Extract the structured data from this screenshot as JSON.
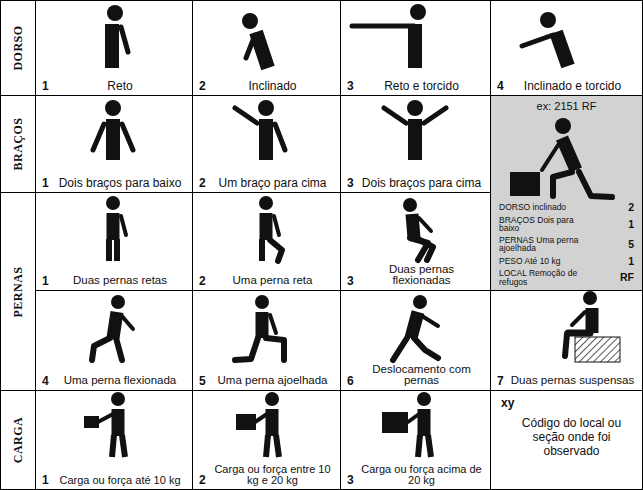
{
  "diagram": {
    "nodes": [
      {
        "text": [
          "DORSO"
        ]
      },
      {
        "text": [
          "1",
          "Reto"
        ]
      },
      {
        "text": [
          "2",
          "Inclinado"
        ]
      },
      {
        "text": [
          "3",
          "Reto e torcido"
        ]
      },
      {
        "text": [
          "4",
          "Inclinado e torcido"
        ]
      },
      {
        "text": [
          "BRAÇOS"
        ]
      },
      {
        "text": [
          "1",
          "Dois braços para baixo"
        ]
      },
      {
        "text": [
          "2",
          "Um braço para cima"
        ]
      },
      {
        "text": [
          "3",
          "Dois braços para cima"
        ]
      },
      {
        "text": [
          "ex: 2151 RF",
          "DORSO inclinado",
          "2",
          "BRAÇOS Dois para baixo",
          "1",
          "PERNAS Uma perna ajoelhada",
          "5",
          "PESO Até 10 kg",
          "1",
          "LOCAL Remoção de refugos",
          "RF"
        ]
      },
      {
        "text": [
          "PERNAS"
        ]
      },
      {
        "text": [
          "1",
          "Duas pernas retas"
        ]
      },
      {
        "text": [
          "2",
          "Uma perna reta"
        ]
      },
      {
        "text": [
          "3",
          "Duas pernas flexionadas"
        ]
      },
      {
        "text": [
          "4",
          "Uma perna flexionada"
        ]
      },
      {
        "text": [
          "5",
          "Uma perna ajoelhada"
        ]
      },
      {
        "text": [
          "6",
          "Deslocamento com pernas"
        ]
      },
      {
        "text": [
          "7",
          "Duas pernas suspensas"
        ]
      },
      {
        "text": [
          "CARGA"
        ]
      },
      {
        "text": [
          "1",
          "Carga ou força até 10 kg"
        ]
      },
      {
        "text": [
          "2",
          "Carga ou força entre 10 kg e 20 kg"
        ]
      },
      {
        "text": [
          "3",
          "Carga ou força acima de 20 kg"
        ]
      },
      {
        "text": [
          "xy",
          "Código do local ou seção onde foi observado"
        ]
      }
    ]
  }
}
